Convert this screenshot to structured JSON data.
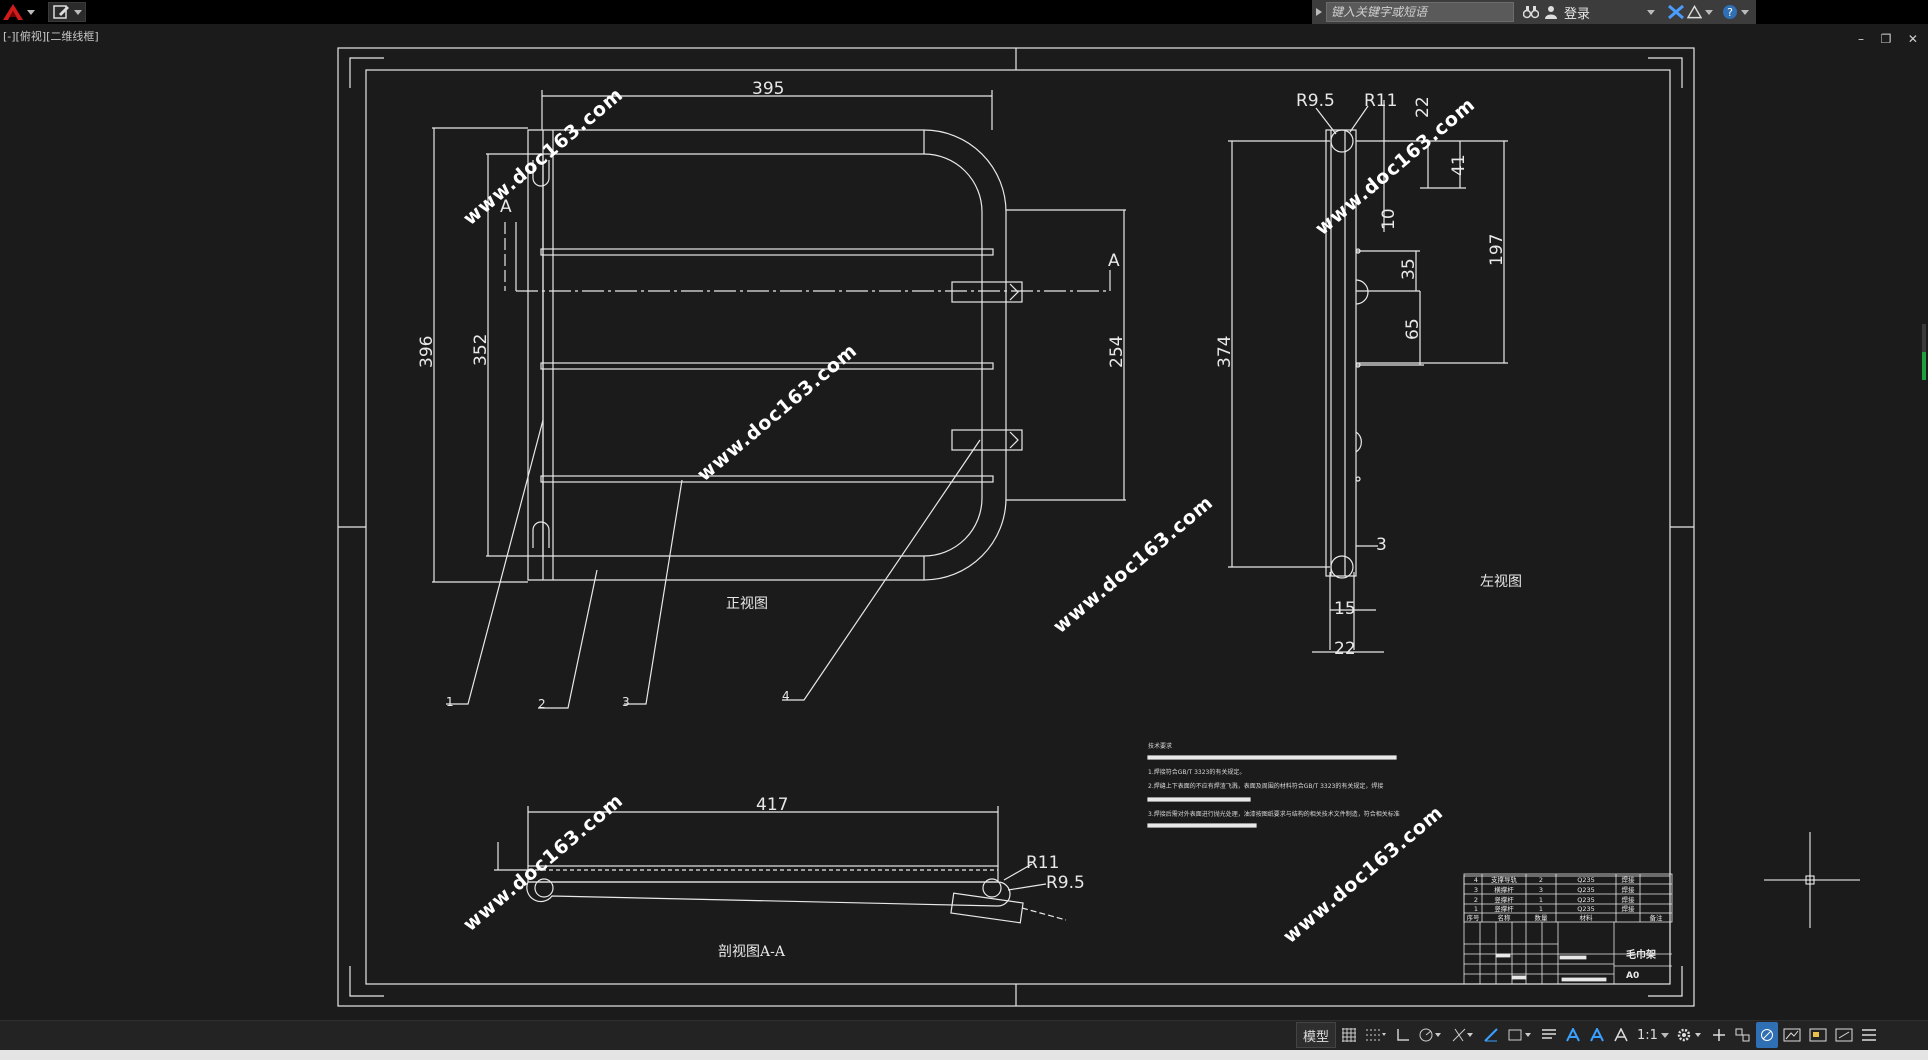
{
  "titlebar": {
    "search_placeholder": "键入关键字或短语",
    "login_label": "登录"
  },
  "viewport": {
    "label": "[-][俯视][二维线框]"
  },
  "drawing": {
    "dims": {
      "front_width": "395",
      "front_height_outer": "396",
      "front_height_inner": "352",
      "front_right": "254",
      "side_r95": "R9.5",
      "side_r11": "R11",
      "side_22_top": "22",
      "side_41": "41",
      "side_10": "10",
      "side_197": "197",
      "side_35": "35",
      "side_65": "65",
      "side_374": "374",
      "side_3": "3",
      "side_15": "15",
      "side_22_bottom": "22",
      "section_width": "417",
      "section_r11": "R11",
      "section_r95": "R9.5",
      "section_mark_left": "A",
      "section_mark_right": "A"
    },
    "labels": {
      "front_view": "正视图",
      "left_view": "左视图",
      "section_view": "剖视图A-A"
    },
    "balloons": [
      "1",
      "2",
      "3",
      "4"
    ],
    "watermark": "www.doc163.com",
    "notes": {
      "title": "技术要求",
      "lines": [
        "1.焊接符合GB/T 3323的有关规定。",
        "2.焊缝上下表面的不应有焊渣飞溅，表面及周围的材料符合GB/T 3323的有关规定，焊接",
        "3.焊接后需对外表面进行抛光处理，油漆按图纸要求与结构的相关技术文件制造，符合相关标准"
      ]
    },
    "parts_table": {
      "rows": [
        [
          "4",
          "支撑导轨",
          "2",
          "Q235",
          "焊接",
          ""
        ],
        [
          "3",
          "横撑杆",
          "3",
          "Q235",
          "焊接",
          ""
        ],
        [
          "2",
          "竖撑杆",
          "1",
          "Q235",
          "焊接",
          ""
        ],
        [
          "1",
          "竖撑杆",
          "1",
          "Q235",
          "焊接",
          ""
        ]
      ],
      "header": [
        "序号",
        "名称",
        "数量",
        "材料",
        "",
        "备注"
      ]
    },
    "title_block": {
      "title": "毛巾架",
      "scale": "A0"
    }
  },
  "statusbar": {
    "model_label": "模型",
    "scale_label": "1:1"
  }
}
